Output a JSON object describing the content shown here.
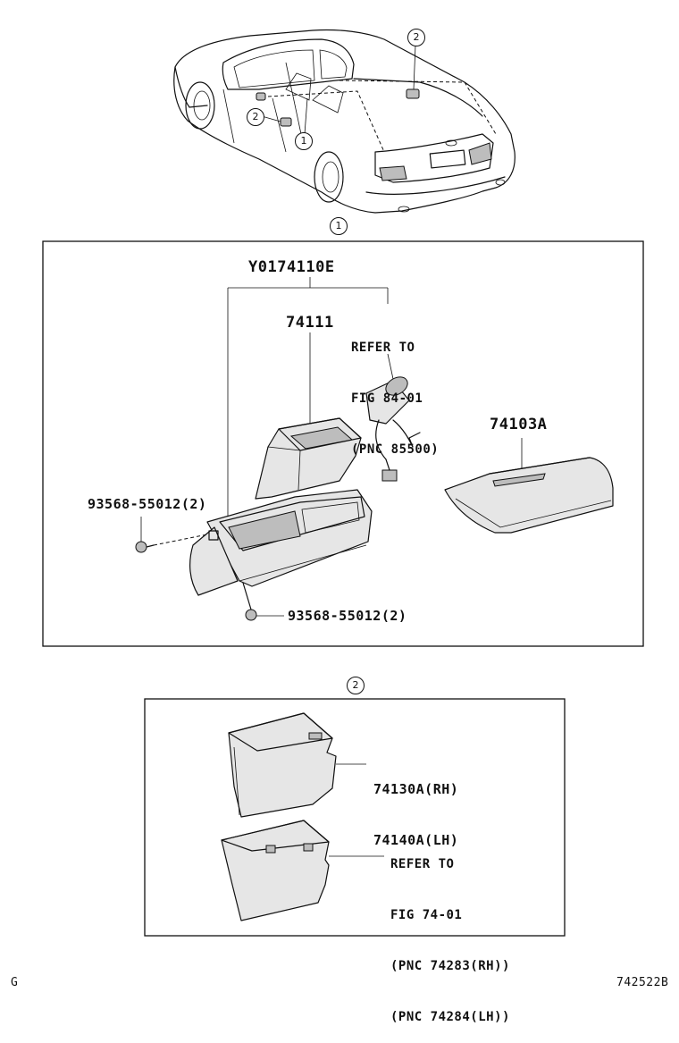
{
  "top_callouts": {
    "c1": "1",
    "c2a": "2",
    "c2b": "2"
  },
  "panel1": {
    "marker": "1",
    "assembly_part": "Y0174110E",
    "box_part": "74111",
    "refer_lines": [
      "REFER TO",
      "FIG 84-01",
      "(PNC 85500)"
    ],
    "lid_part": "74103A",
    "screw_left": "93568-55012(2)",
    "screw_bottom": "93568-55012(2)"
  },
  "panel2": {
    "marker": "2",
    "parts": [
      "74130A(RH)",
      "74140A(LH)"
    ],
    "refer_lines": [
      "REFER TO",
      "FIG 74-01",
      "(PNC 74283(RH))",
      "(PNC 74284(LH))"
    ]
  },
  "footer": {
    "left": "G",
    "right": "742522B"
  }
}
